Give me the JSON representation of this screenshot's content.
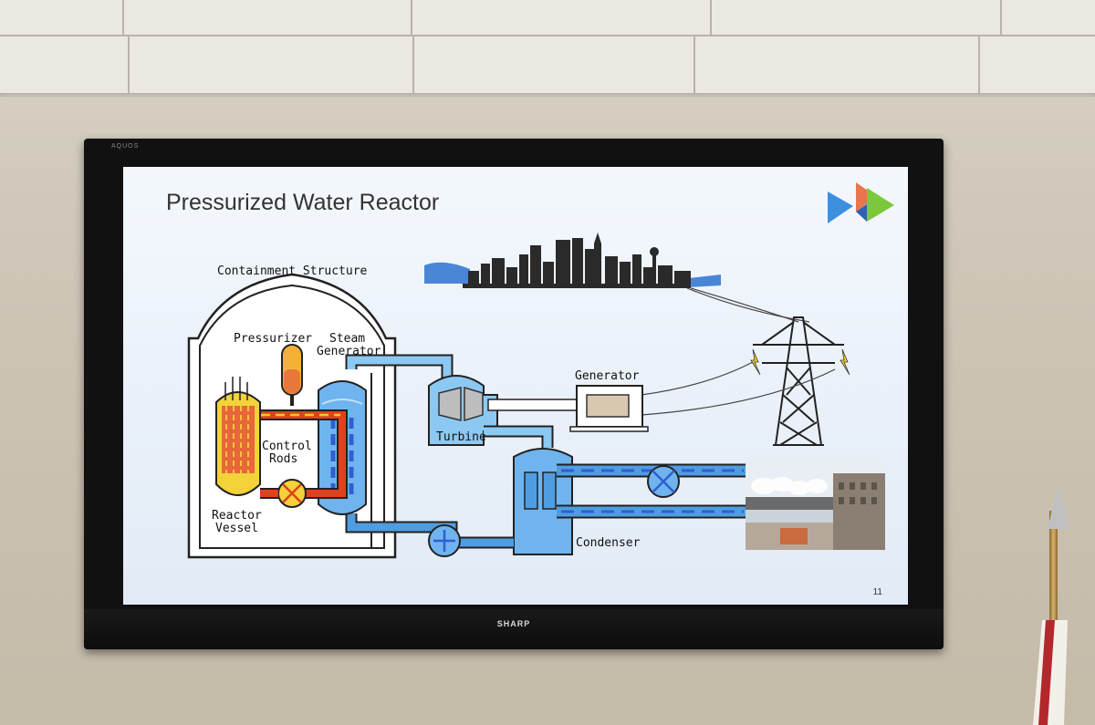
{
  "slide": {
    "title": "Pressurized Water Reactor",
    "page_number": "11"
  },
  "tv": {
    "brand": "SHARP",
    "top_brand": "AQUOS"
  },
  "labels": {
    "containment": "Containment Structure",
    "pressurizer": "Pressurizer",
    "steam_generator_1": "Steam",
    "steam_generator_2": "Generator",
    "control_rods_1": "Control",
    "control_rods_2": "Rods",
    "reactor_vessel_1": "Reactor",
    "reactor_vessel_2": "Vessel",
    "turbine": "Turbine",
    "generator": "Generator",
    "condenser": "Condenser"
  },
  "colors": {
    "water_blue": "#4f9de0",
    "pipe_blue": "#2f6fd6",
    "hot_red": "#e2401e",
    "reactor_yellow": "#f3d23a",
    "logo_blue": "#3d8fe0",
    "logo_green": "#7cc83c",
    "logo_orange": "#e8663b"
  }
}
